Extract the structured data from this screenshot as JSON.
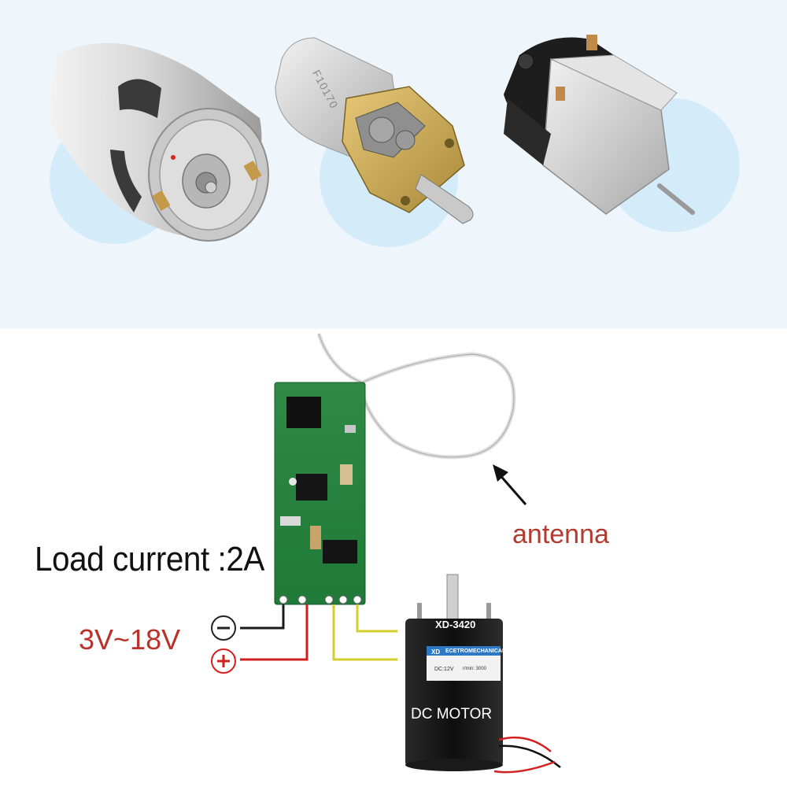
{
  "top_products": {
    "items": [
      {
        "name": "large-dc-motor"
      },
      {
        "name": "geared-micro-motor",
        "marking": "F10170"
      },
      {
        "name": "small-flat-dc-motor"
      }
    ],
    "backdrop_color": "#eef5fb",
    "circle_color": "#d4ecfa"
  },
  "diagram": {
    "load_current": "Load current :2A",
    "antenna_label": "antenna",
    "voltage_range": "3V~18V",
    "minus_symbol": "−",
    "plus_symbol": "+",
    "motor": {
      "model": "XD-3420",
      "brand": "XD",
      "subtitle": "ECETROMECHANICAL",
      "spec_voltage": "DC:12V",
      "spec_rpm": "r/min: 3000",
      "label": "DC MOTOR"
    },
    "wire_colors": {
      "negative": "#1a1a1a",
      "positive": "#d21f1f",
      "motor": "#d4cf2a"
    }
  }
}
